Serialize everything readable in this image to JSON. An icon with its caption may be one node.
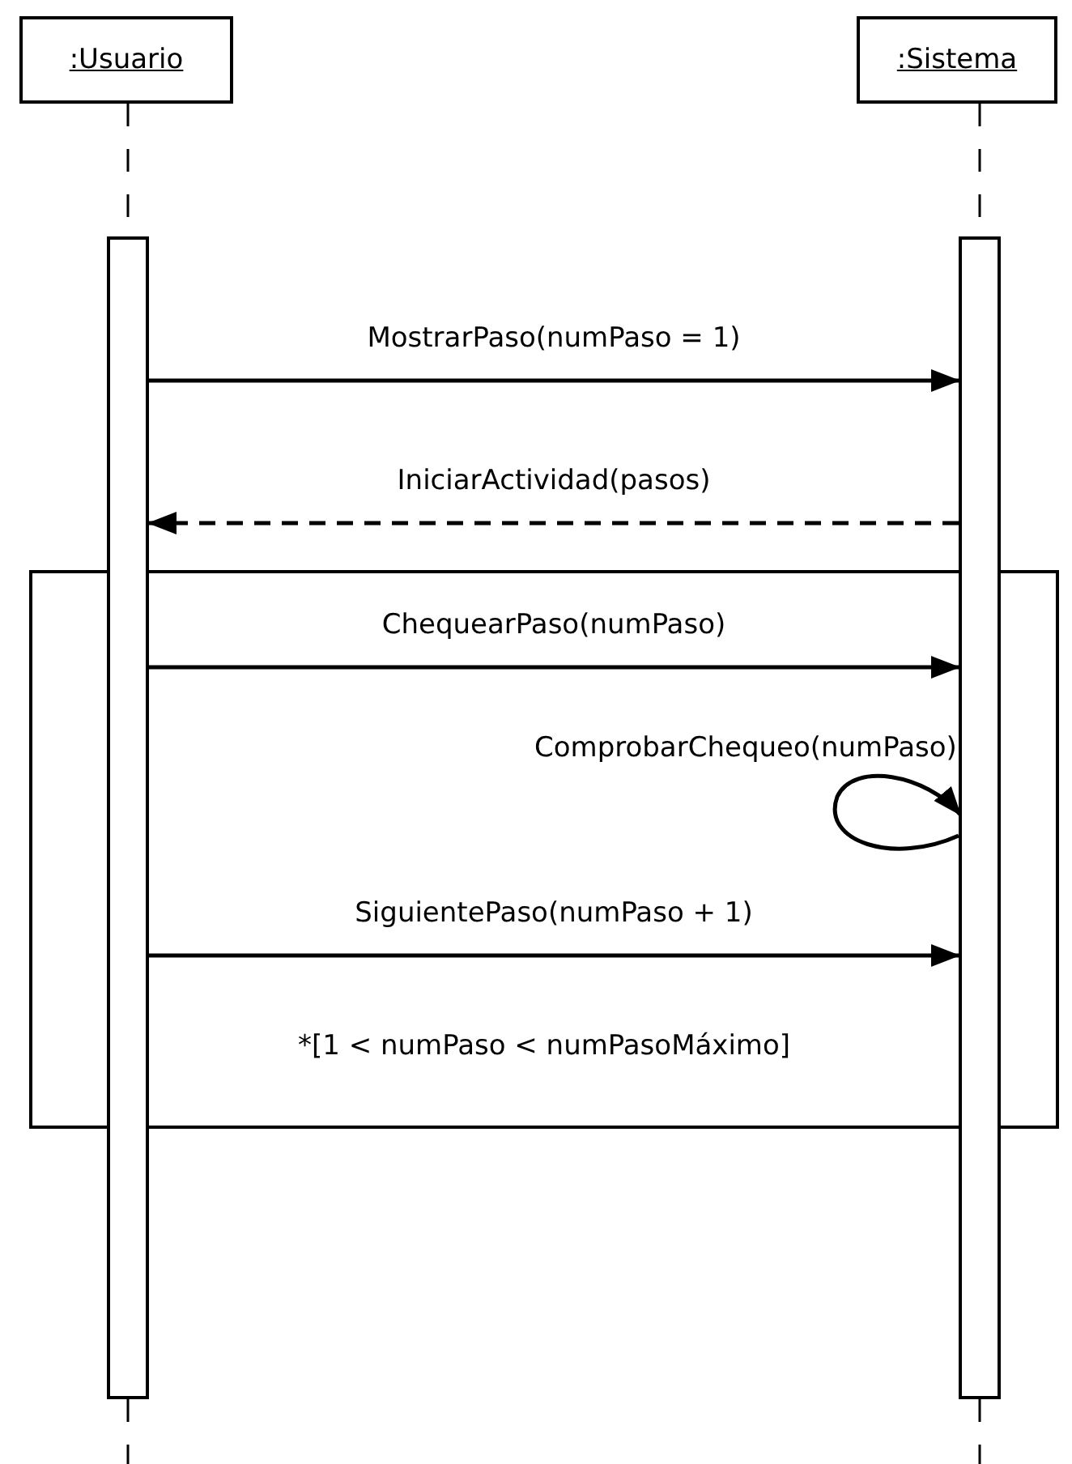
{
  "diagram": {
    "nodes": [
      {
        "text": [
          ":Usuario"
        ]
      },
      {
        "text": [
          ":Sistema"
        ]
      },
      {
        "text": [],
        "shape": "bar"
      },
      {
        "text": [],
        "shape": "bar"
      }
    ],
    "labels": [
      "*[1 < numPaso < numPasoMáximo]"
    ],
    "edges": [
      {
        "from": 0,
        "to": 2,
        "arrow": "none",
        "style": "dashed"
      },
      {
        "from": 1,
        "to": 3,
        "arrow": "none",
        "style": "dashed"
      },
      {
        "from": 2,
        "to": 3,
        "label": "MostrarPaso(numPaso = 1)",
        "arrow": "to"
      },
      {
        "from": 3,
        "to": 2,
        "label": "IniciarActividad(pasos)",
        "arrow": "to",
        "style": "dashed"
      },
      {
        "from": 2,
        "to": 3,
        "label": "ChequearPaso(numPaso)",
        "arrow": "to"
      },
      {
        "from": 3,
        "to": 3,
        "label": "ComprobarChequeo(numPaso)",
        "arrow": "to"
      },
      {
        "from": 2,
        "to": 3,
        "label": "SiguientePaso(numPaso + 1)",
        "arrow": "to"
      },
      {
        "from": 2,
        "to": null,
        "arrow": "none",
        "style": "dashed"
      },
      {
        "from": 3,
        "to": null,
        "arrow": "none",
        "style": "dashed"
      }
    ]
  }
}
